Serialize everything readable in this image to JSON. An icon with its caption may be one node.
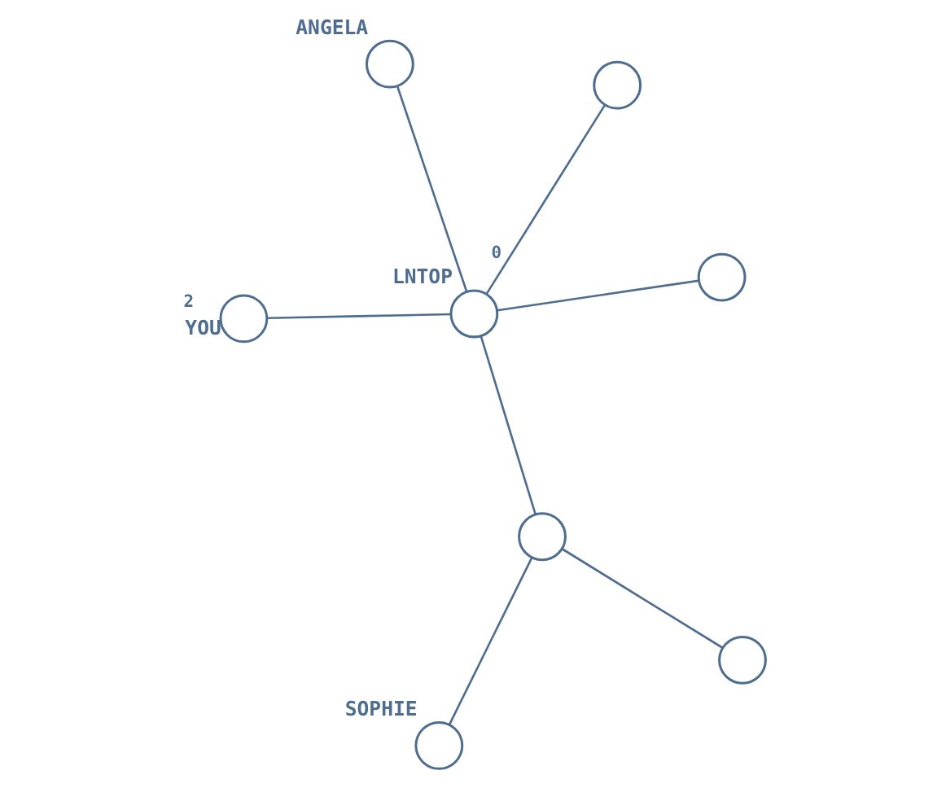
{
  "diagram": {
    "nodes": [
      {
        "text": [
          "SOPHIE"
        ]
      },
      {
        "text": [],
        "shape": "circle"
      },
      {
        "text": [],
        "shape": "circle"
      },
      {
        "text": [],
        "shape": "circle"
      },
      {
        "text": [
          "ANGELA"
        ]
      },
      {
        "text": [
          "LNTOP"
        ],
        "beside": [
          "0"
        ]
      },
      {
        "text": [
          "YOU"
        ],
        "beside": [
          "2"
        ]
      },
      {
        "text": [],
        "shape": "circle"
      }
    ],
    "edges": [
      {
        "from": 0,
        "to": 2,
        "arrow": "none"
      },
      {
        "from": 1,
        "to": 2,
        "arrow": "none"
      },
      {
        "from": 2,
        "to": 5,
        "arrow": "none"
      },
      {
        "from": 3,
        "to": 5,
        "arrow": "none"
      },
      {
        "from": 5,
        "to": 4,
        "arrow": "none"
      },
      {
        "from": 6,
        "to": 5,
        "arrow": "none"
      },
      {
        "from": 5,
        "to": 7,
        "arrow": "none"
      }
    ]
  }
}
